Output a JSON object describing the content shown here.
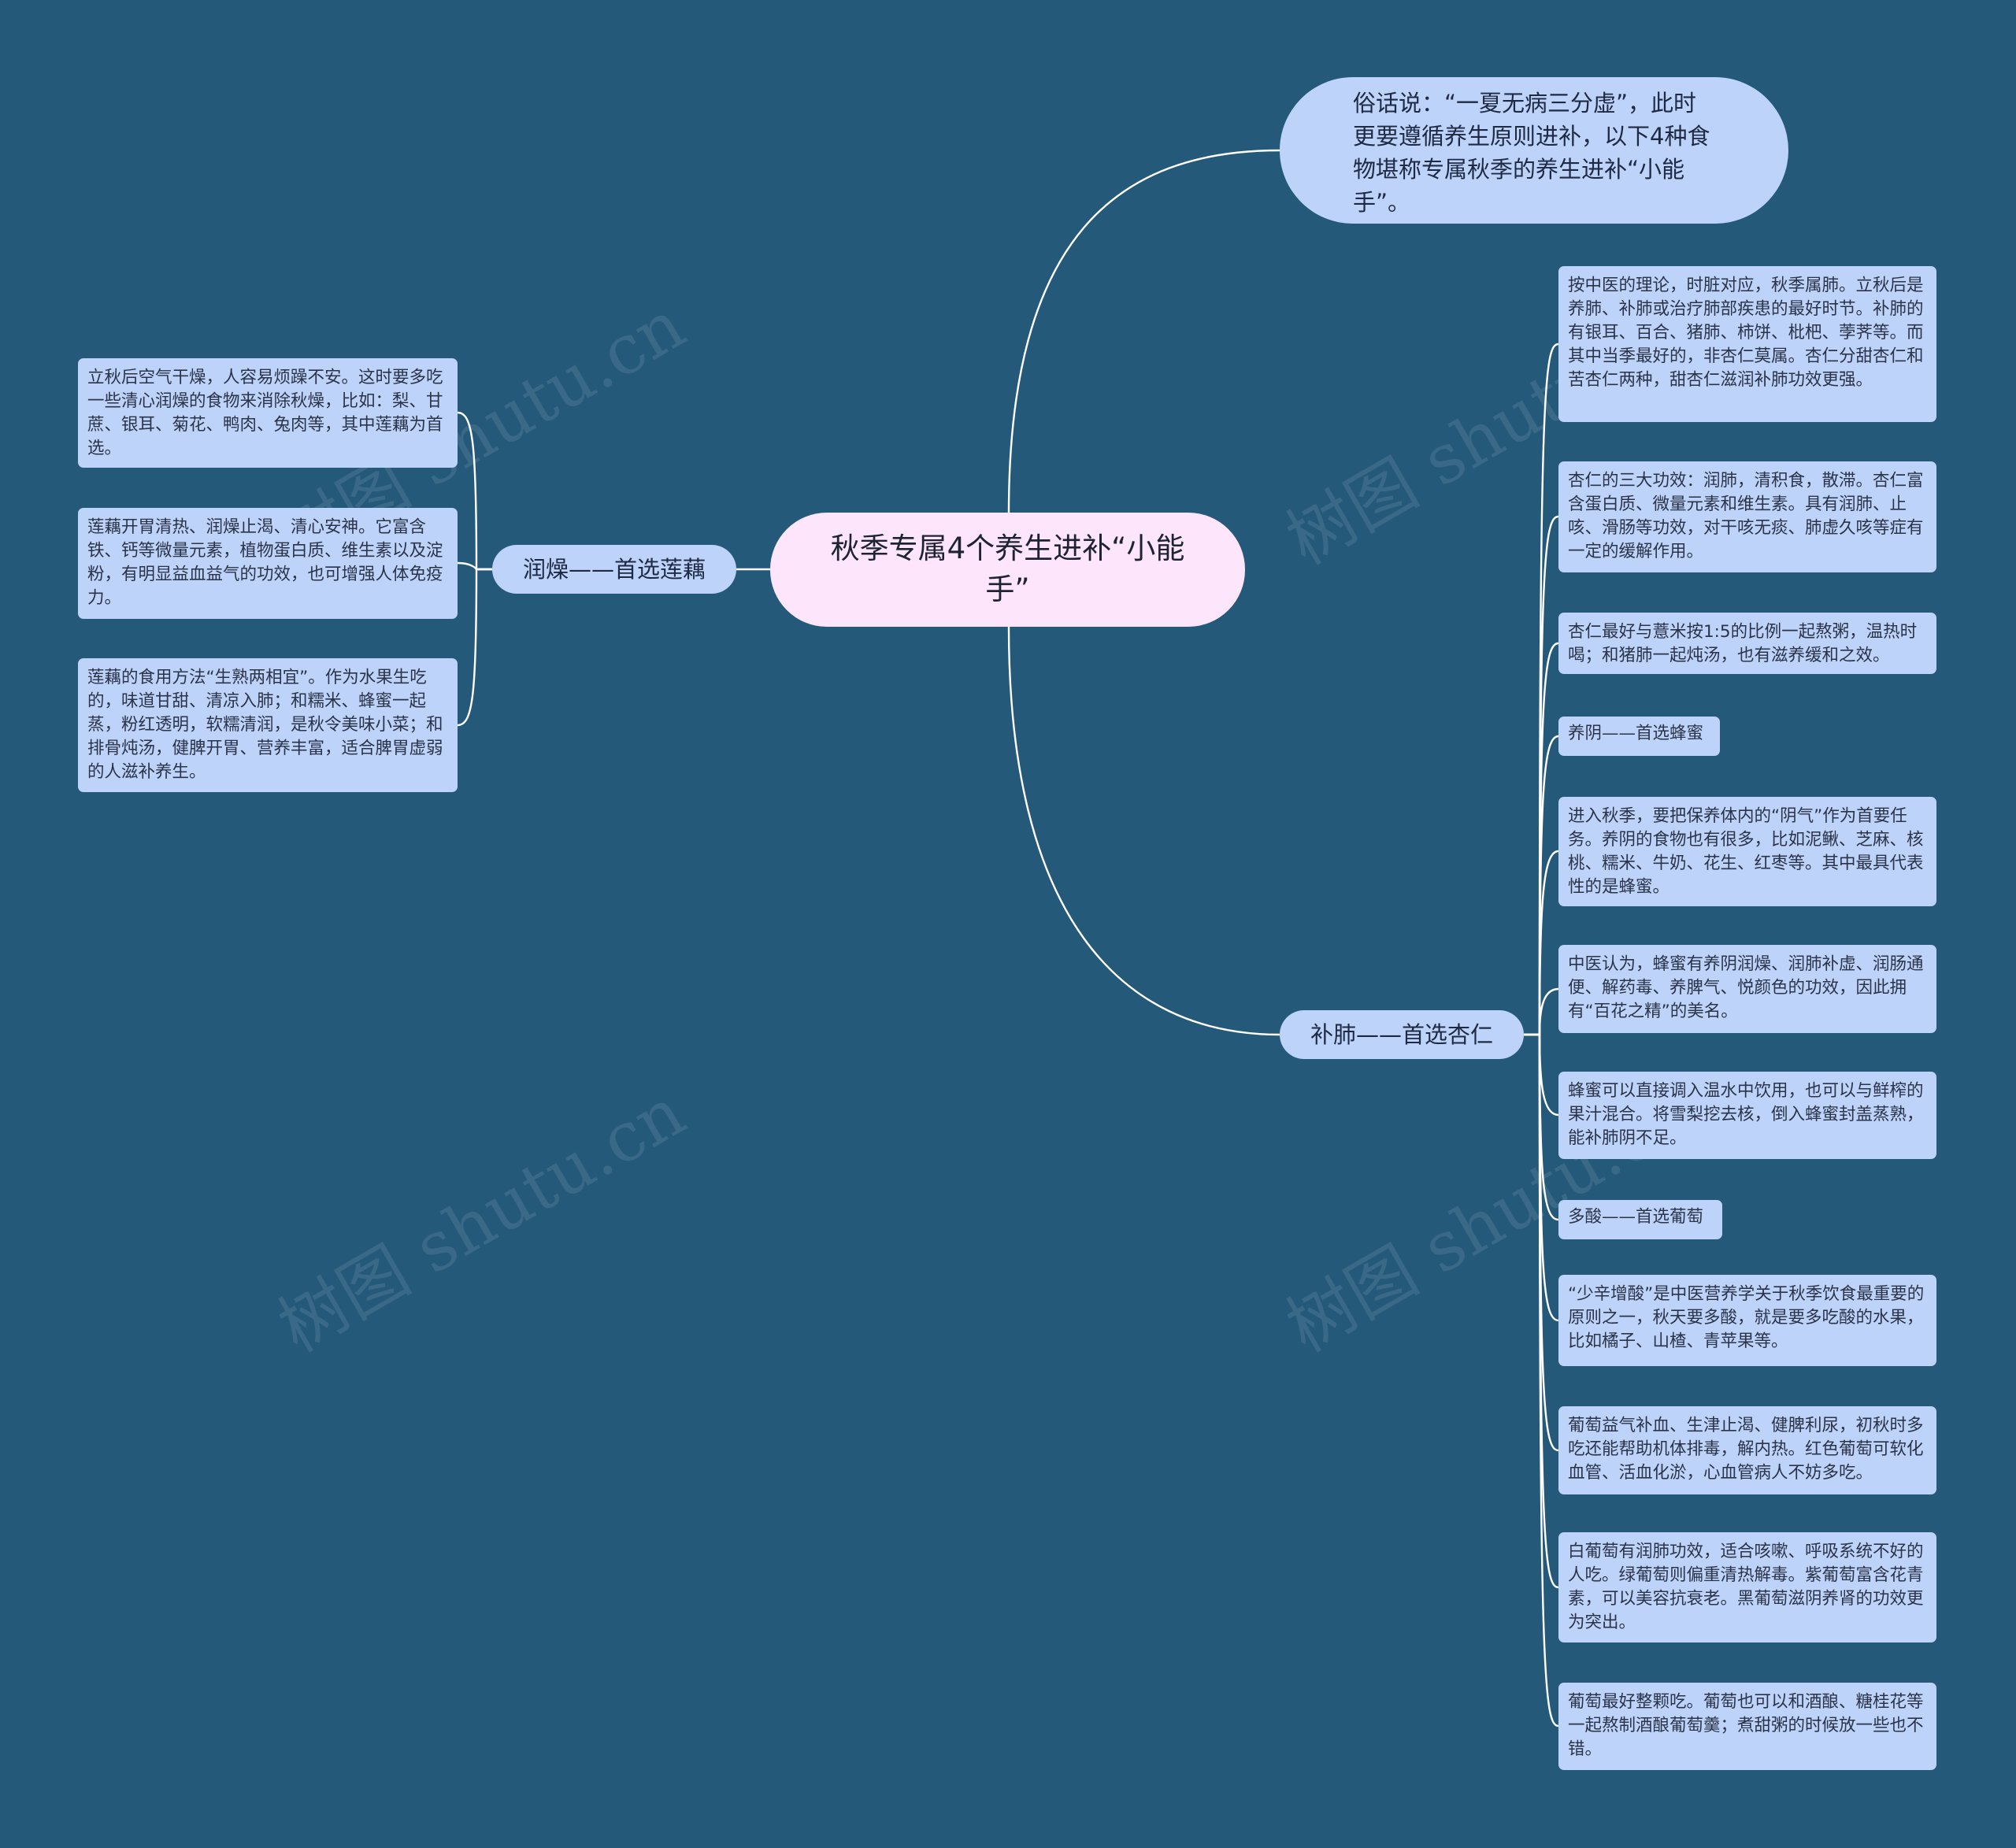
{
  "center": {
    "title": "秋季专属4个养生进补“小能手”"
  },
  "intro": {
    "text": "俗话说：“一夏无病三分虚”，此时更要遵循养生原则进补，以下4种食物堪称专属秋季的养生进补“小能手”。"
  },
  "left_branch": {
    "label": "润燥——首选莲藕",
    "leaves": [
      "立秋后空气干燥，人容易烦躁不安。这时要多吃一些清心润燥的食物来消除秋燥，比如：梨、甘蔗、银耳、菊花、鸭肉、兔肉等，其中莲藕为首选。",
      "莲藕开胃清热、润燥止渴、清心安神。它富含铁、钙等微量元素，植物蛋白质、维生素以及淀粉，有明显益血益气的功效，也可增强人体免疫力。",
      "莲藕的食用方法“生熟两相宜”。作为水果生吃的，味道甘甜、清凉入肺；和糯米、蜂蜜一起蒸，粉红透明，软糯清润，是秋令美味小菜；和排骨炖汤，健脾开胃、营养丰富，适合脾胃虚弱的人滋补养生。"
    ]
  },
  "right_branch": {
    "label": "补肺——首选杏仁",
    "leaves": [
      "按中医的理论，时脏对应，秋季属肺。立秋后是养肺、补肺或治疗肺部疾患的最好时节。补肺的有银耳、百合、猪肺、柿饼、枇杷、荸荠等。而其中当季最好的，非杏仁莫属。杏仁分甜杏仁和苦杏仁两种，甜杏仁滋润补肺功效更强。",
      "杏仁的三大功效：润肺，清积食，散滞。杏仁富含蛋白质、微量元素和维生素。具有润肺、止咳、滑肠等功效，对干咳无痰、肺虚久咳等症有一定的缓解作用。",
      "杏仁最好与薏米按1:5的比例一起熬粥，温热时喝；和猪肺一起炖汤，也有滋养缓和之效。",
      "养阴——首选蜂蜜",
      "进入秋季，要把保养体内的“阴气”作为首要任务。养阴的食物也有很多，比如泥鳅、芝麻、核桃、糯米、牛奶、花生、红枣等。其中最具代表性的是蜂蜜。",
      "中医认为，蜂蜜有养阴润燥、润肺补虚、润肠通便、解药毒、养脾气、悦颜色的功效，因此拥有“百花之精”的美名。",
      "蜂蜜可以直接调入温水中饮用，也可以与鲜榨的果汁混合。将雪梨挖去核，倒入蜂蜜封盖蒸熟，能补肺阴不足。",
      "多酸——首选葡萄",
      "“少辛增酸”是中医营养学关于秋季饮食最重要的原则之一，秋天要多酸，就是要多吃酸的水果，比如橘子、山楂、青苹果等。",
      "葡萄益气补血、生津止渴、健脾利尿，初秋时多吃还能帮助机体排毒，解内热。红色葡萄可软化血管、活血化淤，心血管病人不妨多吃。",
      "白葡萄有润肺功效，适合咳嗽、呼吸系统不好的人吃。绿葡萄则偏重清热解毒。紫葡萄富含花青素，可以美容抗衰老。黑葡萄滋阴养肾的功效更为突出。",
      "葡萄最好整颗吃。葡萄也可以和酒酿、糖桂花等一起熬制酒酿葡萄羹；煮甜粥的时候放一些也不错。"
    ]
  },
  "watermark": "树图 shutu.cn",
  "colors": {
    "background": "#24597a",
    "node": "#bed3fa",
    "center": "#fde6fb",
    "edge": "#ffffff"
  }
}
